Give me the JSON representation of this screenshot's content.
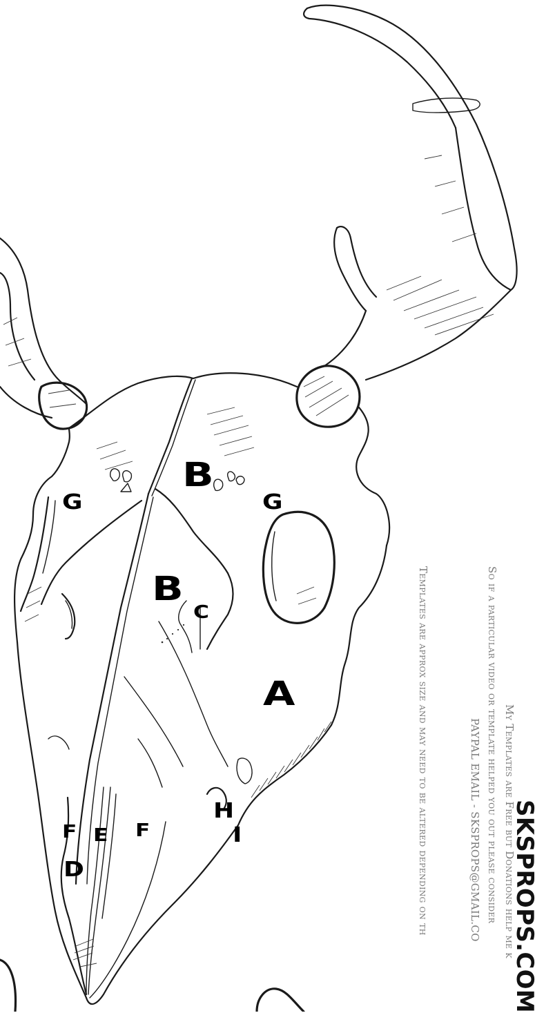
{
  "diagram": {
    "labels": {
      "a": "A",
      "b_upper": "B",
      "b_lower": "B",
      "c": "C",
      "d": "D",
      "e": "E",
      "f_left": "F",
      "f_right": "F",
      "g_left": "G",
      "g_right": "G",
      "h": "H",
      "i": "I"
    }
  },
  "side_notes": {
    "template_disclaimer": "Templates are approx size and may need to be altered depending on th",
    "donation_line_1": "My Templates are Free but Donations help me k",
    "donation_line_2": "So if a particular video or template helped you out please consider",
    "donation_line_3": "PAYPAL EMAIL - SKSPROPS@GMAIL.CO",
    "brand": "SKSPROPS.COM"
  },
  "colors": {
    "line": "#1a1a1a",
    "note_text": "#7a7a7a",
    "label": "#000000"
  }
}
